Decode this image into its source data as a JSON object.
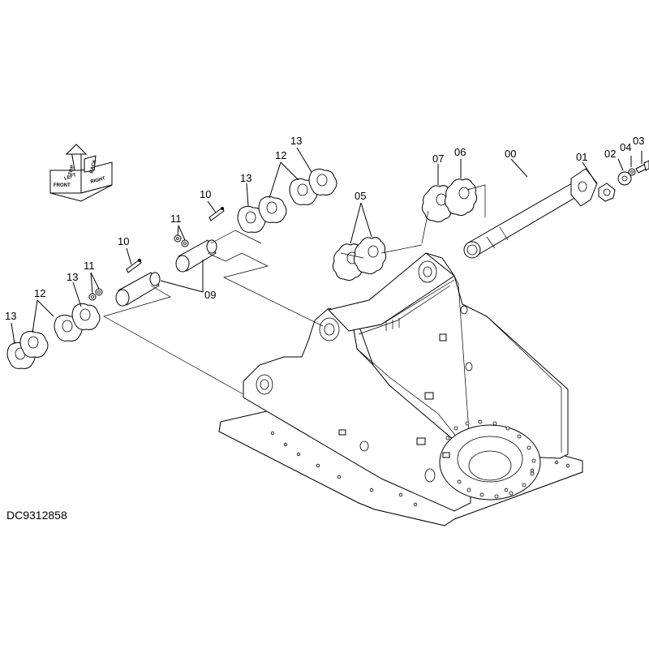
{
  "diagram_code": "DC9312858",
  "direction_icon": {
    "icon": "orientation-arrows-icon",
    "front_label": "FRONT",
    "right_label": "RIGHT",
    "top_label": "TOP",
    "left_label": "LEFT",
    "back_label": "BACK"
  },
  "callouts": {
    "c00": "00",
    "c01": "01",
    "c02": "02",
    "c03": "03",
    "c04": "04",
    "c05": "05",
    "c06": "06",
    "c07": "07",
    "c09": "09",
    "c10_upper": "10",
    "c10_lower": "10",
    "c11_upper": "11",
    "c11_lower": "11",
    "c12_upper": "12",
    "c12_lower": "12",
    "c13_top": "13",
    "c13_mid_upper": "13",
    "c13_mid_lower": "13",
    "c13_bottom": "13"
  }
}
